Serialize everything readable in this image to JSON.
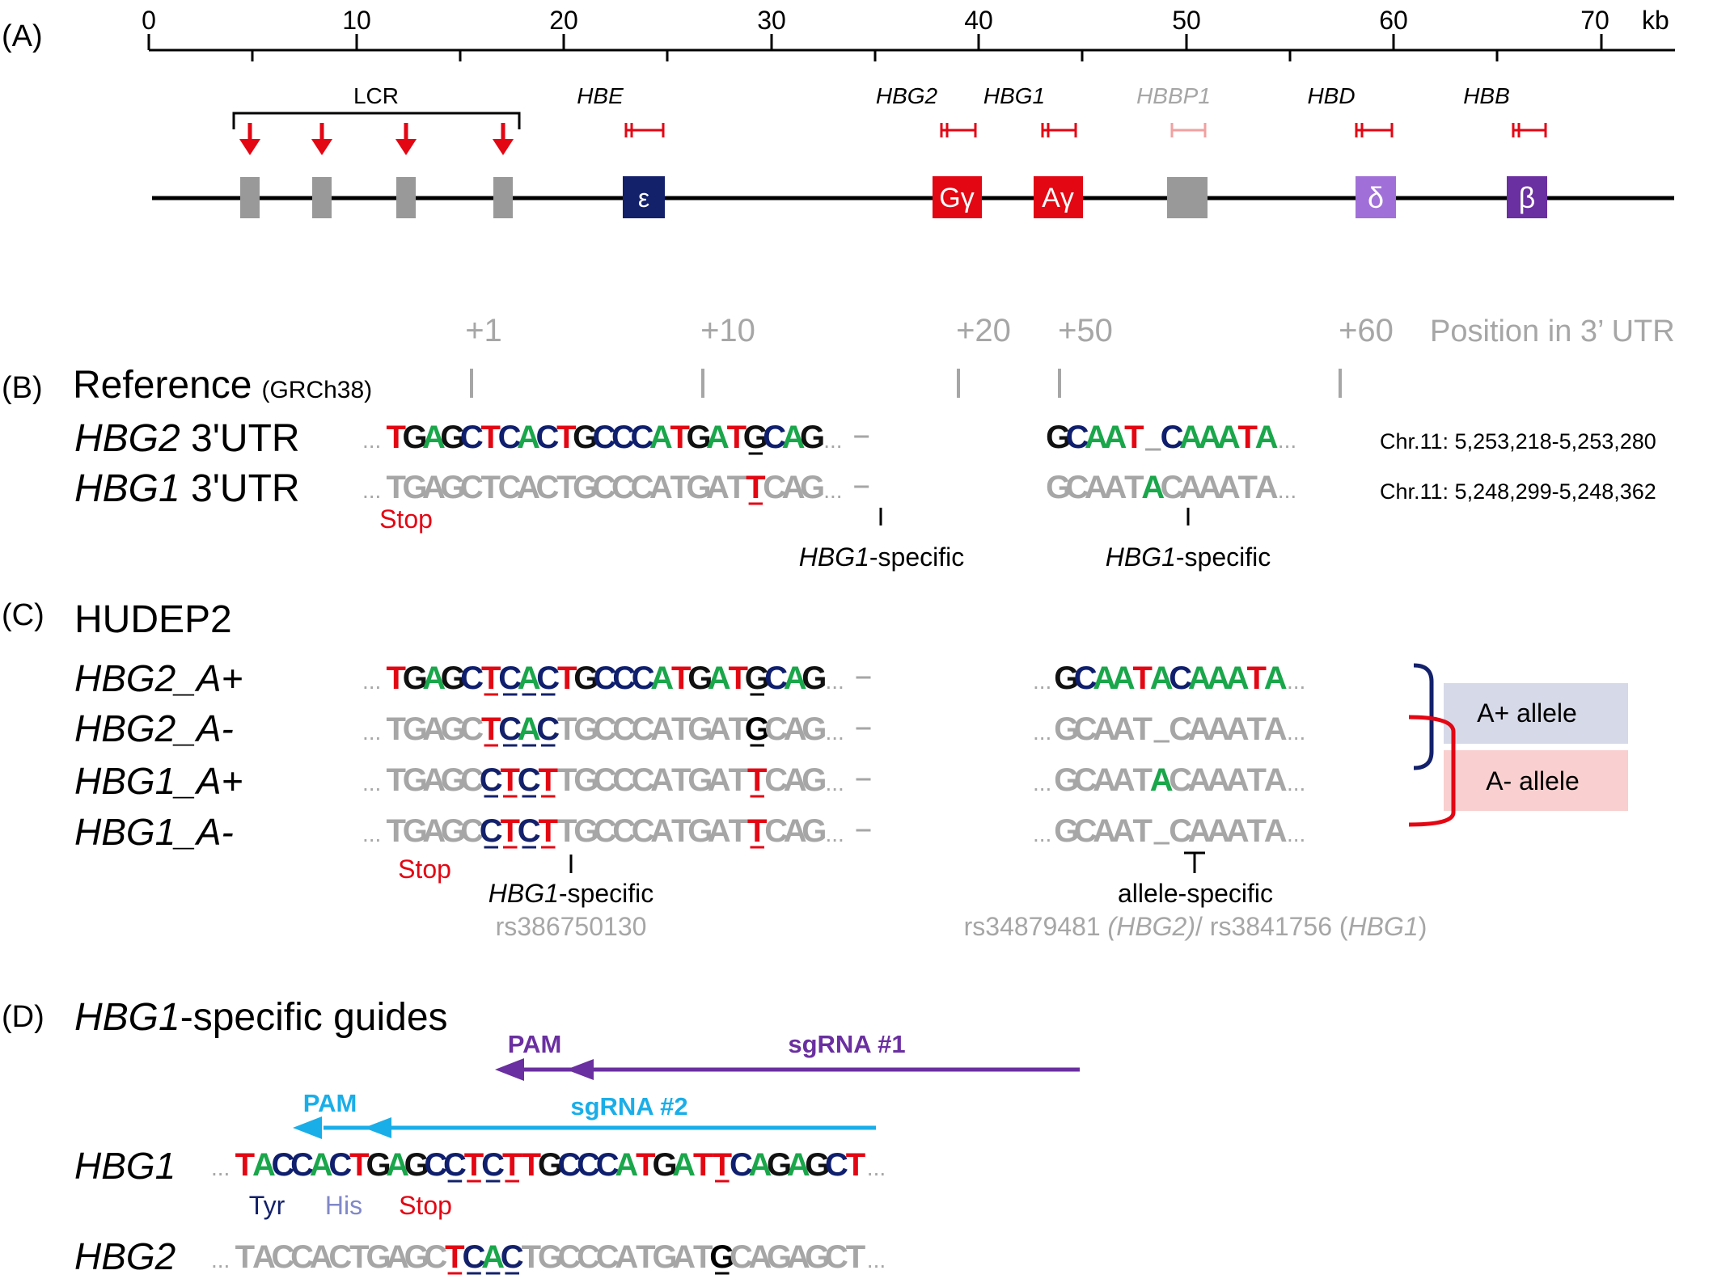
{
  "colors": {
    "A": "#1aa64a",
    "C": "#0f1f6e",
    "G": "#111111",
    "T": "#e30613",
    "gray_seq": "#a6a6a6",
    "red": "#e30613",
    "navy": "#13216b",
    "lightpurple": "#a070d8",
    "purple": "#6a2fa0",
    "cyan": "#1aaee8",
    "allele_a_plus": "#d6d9e8",
    "allele_a_minus": "#f9cfcf"
  },
  "panel_a": {
    "label": "(A)",
    "ruler_ticks": [
      "0",
      "10",
      "20",
      "30",
      "40",
      "50",
      "60",
      "70"
    ],
    "ruler_unit": "kb",
    "lcr_label": "LCR",
    "gene_labels": [
      "HBE",
      "HBG2",
      "HBG1",
      "HBBP1",
      "HBD",
      "HBB"
    ],
    "gene_box_symbols": [
      "ε",
      "Gγ",
      "Aγ",
      "δ",
      "β"
    ]
  },
  "panel_b": {
    "label": "(B)",
    "title": "Reference",
    "title_sub": "(GRCh38)",
    "positions": [
      "+1",
      "+10",
      "+20",
      "+50",
      "+60"
    ],
    "position_caption": "Position in 3’ UTR",
    "rows": [
      {
        "gene": "HBG2",
        "suffix": " 3'UTR",
        "left": "TGAGCTCACTGCCCATGATGCAG",
        "right": "GCAAT_CAAATA",
        "coords": "Chr.11: 5,253,218-5,253,280"
      },
      {
        "gene": "HBG1",
        "suffix": " 3'UTR",
        "left": "TGAGCTCACTGCCCATGATTCAG",
        "right": "GCAATACAAATA",
        "coords": "Chr.11: 5,248,299-5,248,362"
      }
    ],
    "stop_label": "Stop",
    "specific_gene": "HBG1",
    "specific_suffix": "-specific"
  },
  "panel_c": {
    "label": "(C)",
    "title": "HUDEP2",
    "rows": [
      {
        "name": "HBG2_A+",
        "left": "TGAGCTCACTGCCCATGATGCAG",
        "right": "GCAATACAAATA"
      },
      {
        "name": "HBG2_A-",
        "left": "TGAGCTCACTGCCCATGATGCAG",
        "right": "GCAAT_CAAATA"
      },
      {
        "name": "HBG1_A+",
        "left": "TGAGCCTCTTGCCCATGATTCAG",
        "right": "GCAATACAAATA"
      },
      {
        "name": "HBG1_A-",
        "left": "TGAGCCTCTTGCCCATGATTCAG",
        "right": "GCAAT_CAAATA"
      }
    ],
    "allele_a_plus": "A+ allele",
    "allele_a_minus": "A- allele",
    "stop_label": "Stop",
    "specific_gene": "HBG1",
    "specific_suffix": "-specific",
    "rs_left": "rs386750130",
    "allele_specific": "allele-specific",
    "rs_right_1": "rs34879481 ",
    "rs_right_2": "(HBG2)",
    "rs_right_3": "/ rs3841756 (",
    "rs_right_4": "HBG1",
    "rs_right_5": ")"
  },
  "panel_d": {
    "label": "(D)",
    "title_gene": "HBG1",
    "title_suffix": "-specific guides",
    "pam1": "PAM",
    "sg1": "sgRNA #1",
    "pam2": "PAM",
    "sg2": "sgRNA #2",
    "hbg1_name": "HBG1",
    "hbg1_seq": "TACCACTGAGCCTCTTGCCCATGATTCAGAGCT",
    "hbg2_name": "HBG2",
    "hbg2_seq": "TACCACTGAGCTCACTGCCCATGATGCAGAGCT",
    "codon_tyr": "Tyr",
    "codon_his": "His",
    "codon_stop": "Stop"
  }
}
